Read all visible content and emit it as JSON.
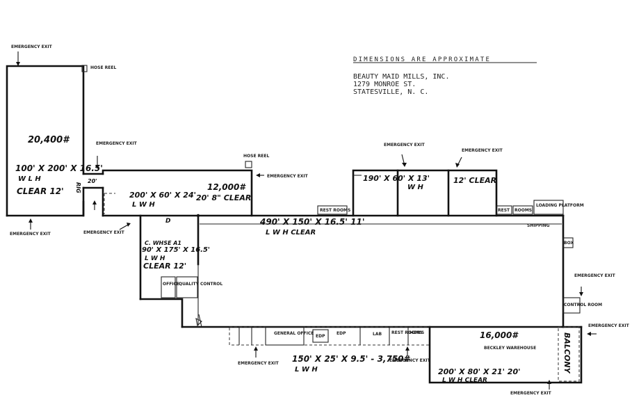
{
  "header": {
    "note": "DIMENSIONS ARE APPROXIMATE",
    "company": "BEAUTY MAID MILLS, INC.",
    "street": "1279 MONROE ST.",
    "city": "STATESVILLE, N. C."
  },
  "left_building": {
    "area": "20,400#",
    "dims": "100' X 200' X 16.5'",
    "dims_letters": "W    L    H",
    "clear": "CLEAR 12'",
    "hose": "HOSE REEL",
    "width_label": "20'",
    "side_label": "RIG"
  },
  "middle_building": {
    "dims": "200' X 60' X 24'",
    "dims_letters": "L    W    H",
    "area": "12,000#",
    "clear": "20' 8\" CLEAR",
    "hose": "HOSE REEL",
    "door": "D"
  },
  "main_building": {
    "dims": "490' X 150' X 16.5' 11'",
    "dims_letters": "L    W    H    CLEAR",
    "shipping": "SHIPPING",
    "rest_rooms": "REST ROOMS",
    "rest": "REST",
    "rooms": "ROOMS",
    "loading": "LOADING PLATFORM",
    "box": "BOX",
    "control_room": "CONTROL ROOM"
  },
  "upper_annex": {
    "dims": "190' X 60' X 13'",
    "dims_letters": "W    H",
    "clear": "12' CLEAR"
  },
  "c_whse": {
    "title": "C. WHSE A1",
    "dims": "90' X 175' X 16.5'",
    "dims_letters": "L    W    H",
    "clear": "CLEAR 12'",
    "office": "OFFICE",
    "quality": "QUALITY CONTROL"
  },
  "bottom_offices": {
    "general": "GENERAL OFFICE",
    "edp1": "EDP",
    "edp2": "EDP",
    "lab": "LAB",
    "rest": "REST ROOMS",
    "mens": "MEN'S",
    "dims": "150' X 25' X 9.5' - 3,750#",
    "dims_letters": "L    W    H"
  },
  "beckley": {
    "area": "16,000#",
    "name": "BECKLEY WAREHOUSE",
    "dims": "200' X 80' X 21'  20'",
    "dims_letters": "L    W    H    CLEAR",
    "balcony": "BALCONY"
  },
  "exits": {
    "top_left": "EMERGENCY EXIT",
    "left_bottom": "EMERGENCY EXIT",
    "left_mid": "EMERGENCY EXIT",
    "middle_top": "EMERGENCY EXIT",
    "middle_right": "EMERGENCY EXIT",
    "annex_1": "EMERGENCY EXIT",
    "annex_2": "EMERGENCY EXIT",
    "right": "EMERGENCY EXIT",
    "far_right": "EMERGENCY EXIT",
    "bottom_1": "EMERGENCY EXIT",
    "bottom_2": "EMERGENCY EXIT",
    "bottom_3": "EMERGENCY EXIT"
  }
}
